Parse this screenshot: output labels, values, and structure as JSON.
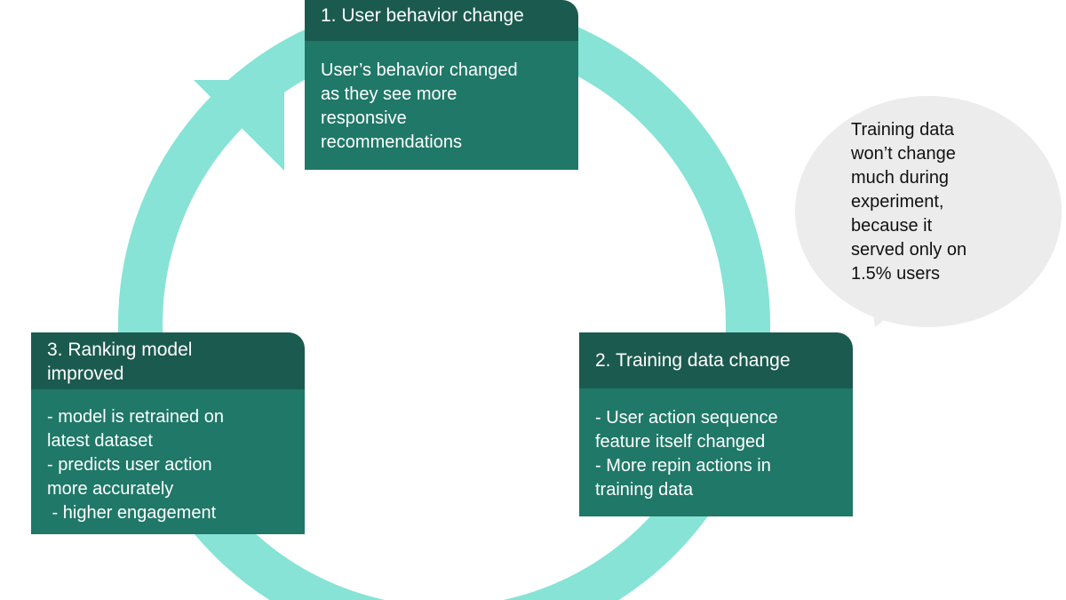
{
  "colors": {
    "ring": "#86e3d6",
    "card_header": "#1b5a4f",
    "card_body": "#1f7868",
    "bubble": "#ececec",
    "bubble_text": "#111111"
  },
  "steps": [
    {
      "title": "1. User behavior change",
      "body": [
        "User’s behavior changed",
        "as they see more",
        "responsive",
        "recommendations"
      ]
    },
    {
      "title": "2. Training data change",
      "body": [
        "- User action sequence",
        "feature itself changed",
        "- More repin actions in",
        "training data"
      ]
    },
    {
      "title_lines": [
        "3. Ranking model",
        "improved"
      ],
      "body": [
        "- model is retrained on",
        "latest dataset",
        "- predicts user action",
        "more accurately",
        " - higher engagement"
      ]
    }
  ],
  "note": {
    "lines": [
      "Training data",
      "won’t change",
      "much during",
      "experiment,",
      "because it",
      "served only on",
      "1.5% users"
    ]
  }
}
